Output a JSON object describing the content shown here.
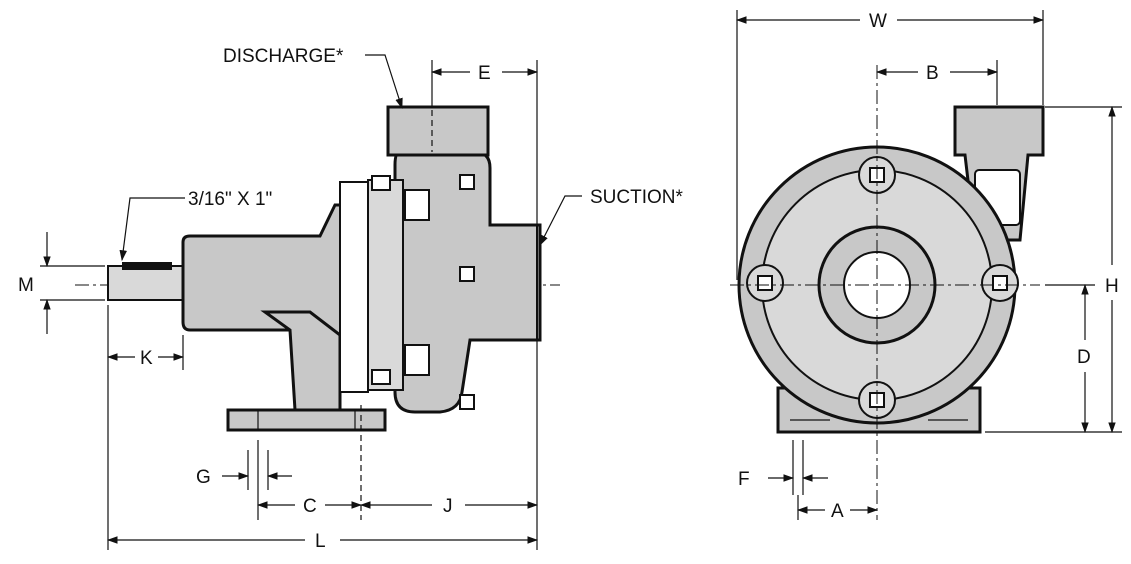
{
  "labels": {
    "discharge": "DISCHARGE*",
    "suction": "SUCTION*",
    "key": "3/16\" X 1\"",
    "E": "E",
    "M": "M",
    "K": "K",
    "G": "G",
    "C": "C",
    "J": "J",
    "L": "L",
    "W": "W",
    "B": "B",
    "H": "H",
    "D": "D",
    "F": "F",
    "A": "A"
  }
}
